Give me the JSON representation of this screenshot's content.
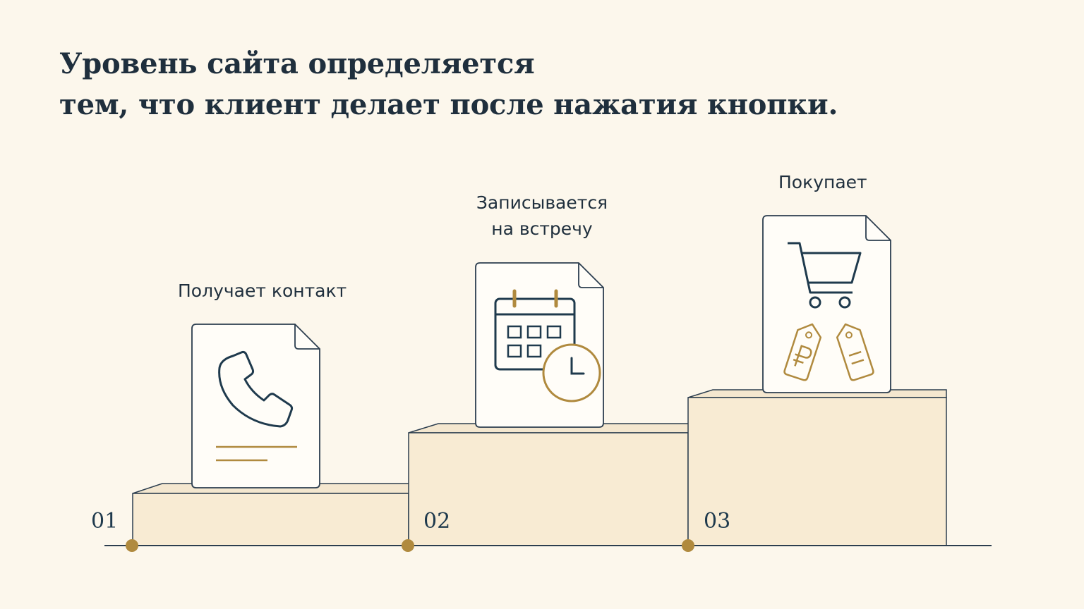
{
  "title": {
    "line1": "Уровень сайта определяется",
    "line2": "тем, что клиент делает после нажатия кнопки."
  },
  "steps": [
    {
      "number": "01",
      "label_lines": [
        "Получает контакт"
      ],
      "icon": "phone-document-icon"
    },
    {
      "number": "02",
      "label_lines": [
        "Записывается",
        "на встречу"
      ],
      "icon": "calendar-clock-document-icon"
    },
    {
      "number": "03",
      "label_lines": [
        "Покупает"
      ],
      "icon": "cart-price-tags-document-icon"
    }
  ],
  "colors": {
    "background": "#fcf7ec",
    "step_fill": "#f8ebd3",
    "navy": "#1f3a4d",
    "gold": "#b08a3e"
  }
}
